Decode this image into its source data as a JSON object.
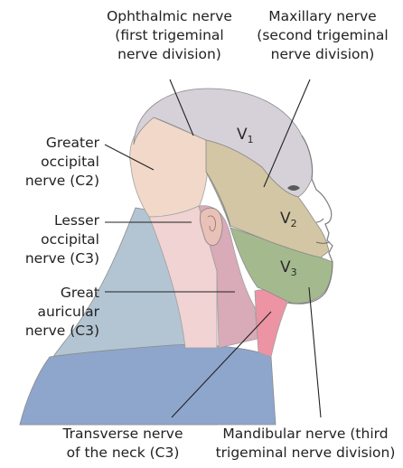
{
  "diagram": {
    "labels": {
      "ophthalmic": [
        "Ophthalmic nerve",
        "(first trigeminal",
        "nerve division)"
      ],
      "maxillary": [
        "Maxillary nerve",
        "(second trigeminal",
        "nerve division)"
      ],
      "greater_occipital": [
        "Greater",
        "occipital",
        "nerve (C2)"
      ],
      "lesser_occipital": [
        "Lesser",
        "occipital",
        "nerve (C3)"
      ],
      "great_auricular": [
        "Great",
        "auricular",
        "nerve (C3)"
      ],
      "transverse": [
        "Transverse nerve",
        "of the neck (C3)"
      ],
      "mandibular": [
        "Mandibular nerve (third",
        "trigeminal nerve division)"
      ]
    },
    "regions": {
      "v1": {
        "letter": "V",
        "sub": "1"
      },
      "v2": {
        "letter": "V",
        "sub": "2"
      },
      "v3": {
        "letter": "V",
        "sub": "3"
      }
    },
    "colors": {
      "ophthalmic": "#d6d1d8",
      "maxillary": "#d2c6a4",
      "mandibular": "#a5b98f",
      "greater_occipital": "#f1d8c8",
      "lesser_occipital": "#f0d3d2",
      "great_auricular": "#d9aab8",
      "transverse": "#ec93a4",
      "back_neck": "#b3c5d3",
      "shoulder": "#8ea6cc"
    }
  }
}
